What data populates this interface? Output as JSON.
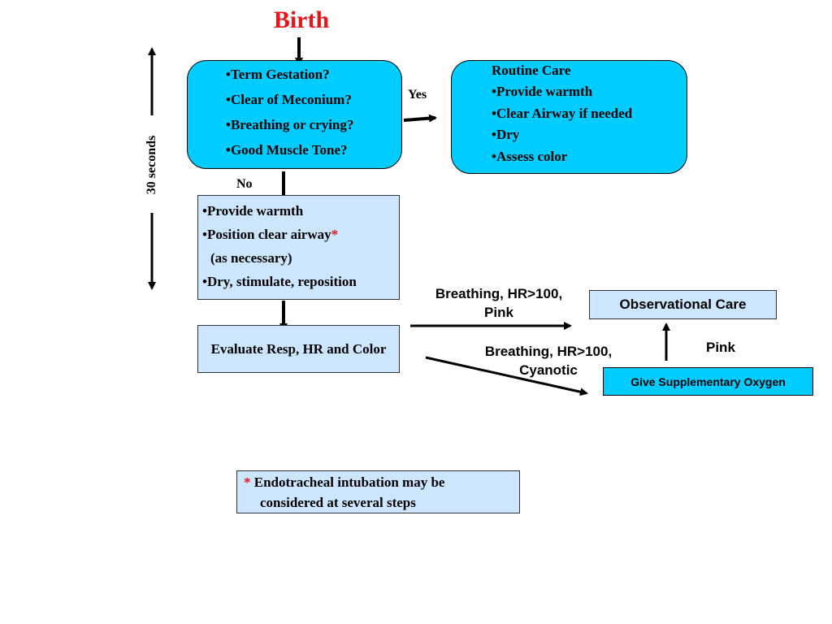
{
  "title": "Birth",
  "assess": {
    "items": [
      "•Term Gestation?",
      "•Clear of Meconium?",
      "•Breathing or crying?",
      "•Good Muscle Tone?"
    ]
  },
  "routine": {
    "heading": "Routine Care",
    "items": [
      "•Provide warmth",
      "•Clear Airway if needed",
      "•Dry",
      "•Assess color"
    ]
  },
  "steps": {
    "item1": "•Provide warmth",
    "item2": "•Position clear airway",
    "item2_mark": "*",
    "item3": "(as necessary)",
    "item4": "•Dry, stimulate, reposition"
  },
  "evaluate": "Evaluate Resp, HR and Color",
  "observational": "Observational Care",
  "oxygen": "Give Supplementary Oxygen",
  "labels": {
    "yes": "Yes",
    "no": "No",
    "timing": "30 seconds",
    "pink": "Pink",
    "breathing_pink": [
      "Breathing, HR>100,",
      "Pink"
    ],
    "breathing_cyanotic": [
      "Breathing, HR>100,",
      "Cyanotic"
    ]
  },
  "note": {
    "mark": "*",
    "line1": "Endotracheal intubation may be",
    "line2": "considered at several steps"
  },
  "colors": {
    "title": "#e8141c",
    "rounded_box": "#00ccff",
    "light_box": "#cce6ff",
    "asterisk": "#e8141c"
  }
}
